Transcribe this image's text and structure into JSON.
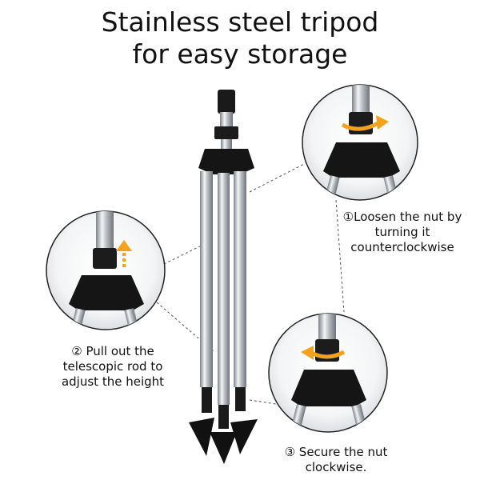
{
  "headline": {
    "line1": "Stainless steel tripod",
    "line2": "for easy storage"
  },
  "steps": [
    {
      "number": "①",
      "lines": [
        "Loosen the nut by",
        "turning it",
        "counterclockwise"
      ]
    },
    {
      "number": "②",
      "lines": [
        "Pull out the",
        "telescopic rod to",
        "adjust the height"
      ]
    },
    {
      "number": "③",
      "lines": [
        "Secure the nut",
        "clockwise."
      ]
    }
  ],
  "colors": {
    "background": "#ffffff",
    "steel": "#c9cdd2",
    "plastic": "#151515",
    "arrow": "#f3a21b",
    "text": "#111111"
  }
}
